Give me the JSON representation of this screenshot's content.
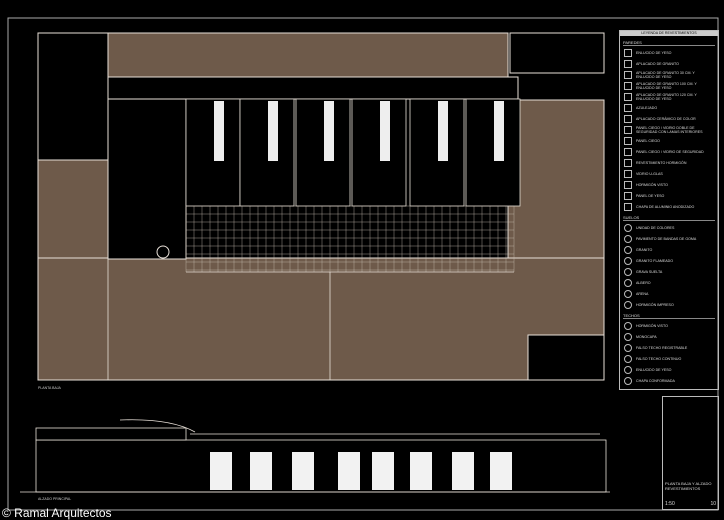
{
  "legend": {
    "title": "LEYENDA DE REVESTIMIENTOS",
    "walls_heading": "PAREDES",
    "walls": [
      "ENLUCIDO DE YESO",
      "APLACADO DE GRANITO",
      "APLACADO DE GRANITO 30 CM. Y ENLUCIDO DE YESO",
      "APLACADO DE GRANITO 100 CM. Y ENLUCIDO DE YESO",
      "APLACADO DE GRANITO 120 CM. Y ENLUCIDO DE YESO",
      "AZULEJADO",
      "APLACADO CERÁMICO DE COLOR",
      "PANEL CIEGO / VIDRIO DOBLE DE SEGURIDAD CON LAMAS INTERIORES",
      "PANEL CIEGO",
      "PANEL CIEGO / VIDRIO DE SEGURIDAD",
      "REVESTIMIENTO HORMIGÓN",
      "VIDRIO U-GLAS",
      "HORMIGÓN VISTO",
      "PANEL DE YESO",
      "CHAPA DE ALUMINIO ANODIZADO"
    ],
    "floors_heading": "SUELOS",
    "floors": [
      "UNIDAD DE COLORES",
      "PAVIMENTO DE BANDAS DE GOMA",
      "GRANITO",
      "GRANITO FLAMEADO",
      "GRAVA SUELTA",
      "ALBERO",
      "ARENA",
      "HORMIGÓN IMPRESO"
    ],
    "ceilings_heading": "TECHOS",
    "ceilings": [
      "HORMIGÓN VISTO",
      "MONOCAPA",
      "FALSO TECHO REGISTRABLE",
      "FALSO TECHO CONTINUO",
      "ENLUCIDO DE YESO",
      "CHAPA CONFORMADA"
    ]
  },
  "title_block": {
    "sheet_title": "PLANTA BAJA Y ALZADO",
    "subtitle": "REVESTIMIENTOS",
    "scale": "1:50",
    "sheet_number": "10"
  },
  "labels": {
    "plan": "PLANTA BAJA",
    "elevation": "ALZADO PRINCIPAL"
  },
  "watermark": "© Ramal Arquitectos",
  "colors": {
    "fill": "#6e5a4a",
    "line": "#e8e0d8",
    "bg": "#000000"
  }
}
